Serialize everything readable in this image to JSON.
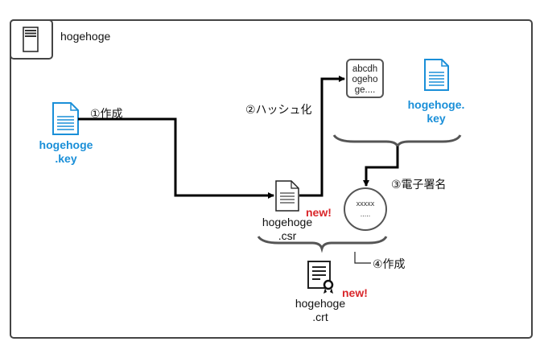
{
  "container": {
    "title": "hogehoge",
    "icon": "server-icon"
  },
  "nodes": {
    "private_key_left": {
      "icon": "document-icon",
      "line1": "hogehoge",
      "line2": ".key",
      "color": "#1a8fd8"
    },
    "csr": {
      "icon": "document-icon",
      "line1": "hogehoge",
      "line2": ".csr",
      "badge": "new!"
    },
    "hash": {
      "line1": "abcdh",
      "line2": "ogeho",
      "line3": "ge...."
    },
    "private_key_right": {
      "icon": "document-icon",
      "line1": "hogehoge.",
      "line2": "key",
      "color": "#1a8fd8"
    },
    "signature": {
      "line1": "xxxxx",
      "line2": "....."
    },
    "certificate": {
      "icon": "certificate-icon",
      "line1": "hogehoge",
      "line2": ".crt",
      "badge": "new!"
    }
  },
  "steps": {
    "s1": "①作成",
    "s2": "②ハッシュ化",
    "s3": "③電子署名",
    "s4": "④作成"
  },
  "colors": {
    "accent": "#1a8fd8",
    "badge": "#d9262a",
    "border": "#444444"
  }
}
